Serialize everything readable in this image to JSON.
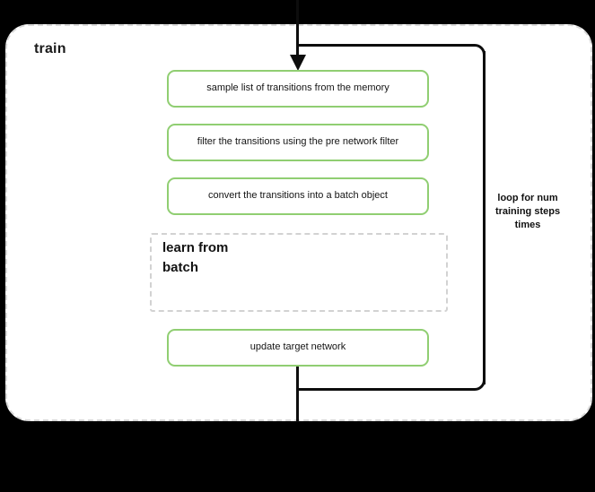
{
  "diagram": {
    "title": "train",
    "container": {
      "border_style": "dashed",
      "border_color": "#d8d8d8",
      "background": "#ffffff"
    },
    "accent_color": "#90ce72",
    "edge_color": "#0d0d0d",
    "steps": [
      {
        "id": "sample",
        "label": "sample list of transitions from the memory"
      },
      {
        "id": "filter",
        "label": "filter the transitions using the pre network filter"
      },
      {
        "id": "convert",
        "label": "convert the transitions into a batch object"
      },
      {
        "id": "update",
        "label": "update target network"
      }
    ],
    "subgraph": {
      "id": "learn-from-batch",
      "title": "learn from\nbatch",
      "border_style": "dashed",
      "border_color": "#d2d2d2"
    },
    "loop": {
      "caption": "loop for num\ntraining steps\ntimes",
      "direction": "back-edge"
    },
    "edges": [
      {
        "id": "edge-in",
        "from": "entry",
        "to": "sample",
        "arrow": true
      },
      {
        "id": "edge-loop-back",
        "from": "update",
        "to": "sample",
        "arrow": false
      },
      {
        "id": "edge-out",
        "from": "update",
        "to": "exit",
        "arrow": false
      }
    ]
  }
}
